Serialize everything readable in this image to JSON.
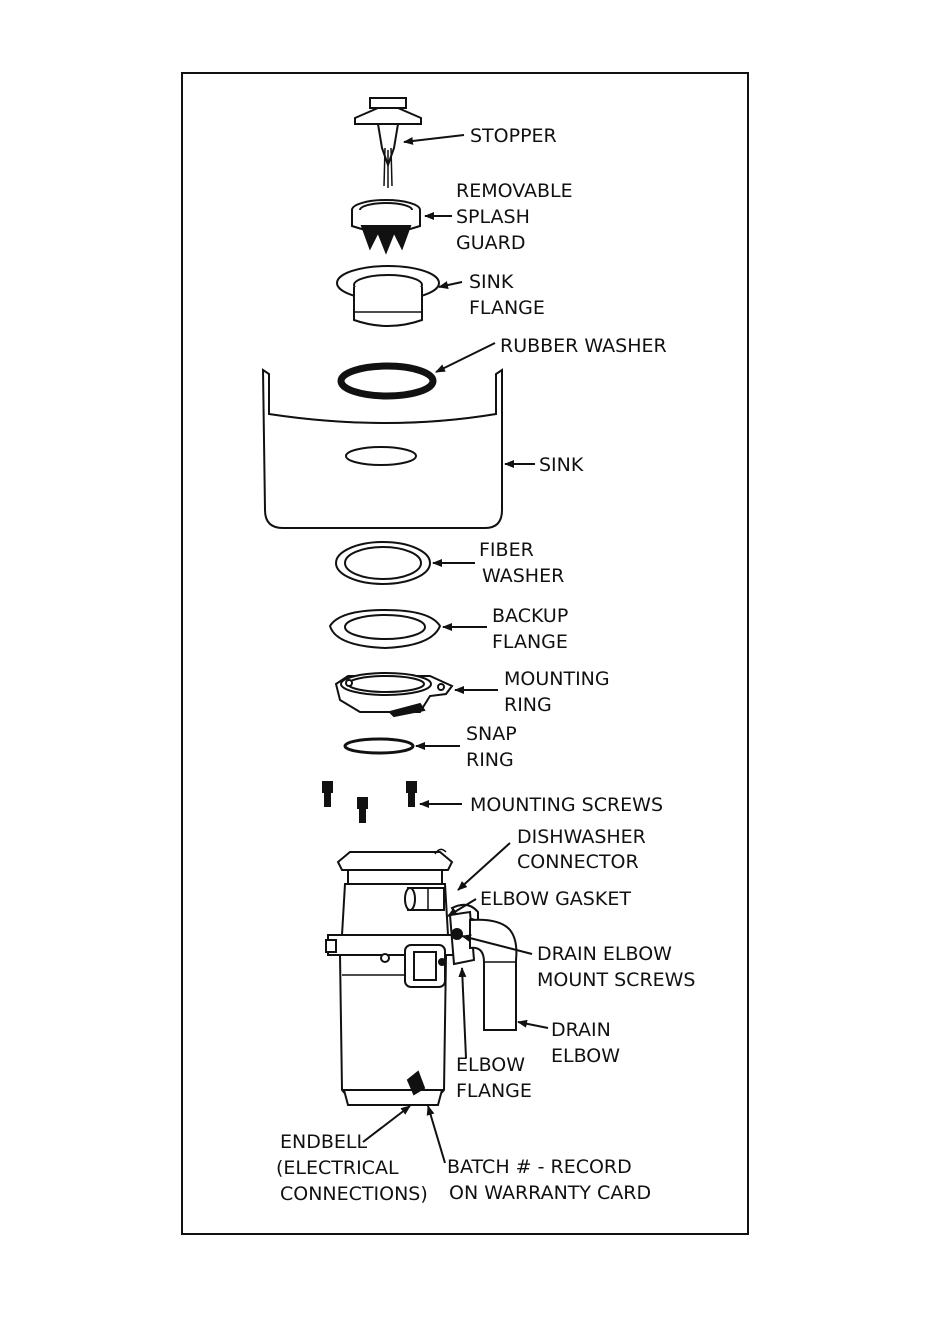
{
  "labels": {
    "stopper": [
      "STOPPER"
    ],
    "splash_guard": [
      "REMOVABLE",
      "SPLASH",
      "GUARD"
    ],
    "sink_flange": [
      "SINK",
      "FLANGE"
    ],
    "rubber_washer": [
      "RUBBER WASHER"
    ],
    "sink": [
      "SINK"
    ],
    "fiber_washer": [
      "FIBER",
      "WASHER"
    ],
    "backup_flange": [
      "BACKUP",
      "FLANGE"
    ],
    "mounting_ring": [
      "MOUNTING",
      "RING"
    ],
    "snap_ring": [
      "SNAP",
      "RING"
    ],
    "mounting_screws": [
      "MOUNTING SCREWS"
    ],
    "dishwasher_connector": [
      "DISHWASHER",
      "CONNECTOR"
    ],
    "elbow_gasket": [
      "ELBOW GASKET"
    ],
    "drain_elbow_mount_screws": [
      "DRAIN ELBOW",
      "MOUNT SCREWS"
    ],
    "drain_elbow": [
      "DRAIN",
      "ELBOW"
    ],
    "elbow_flange": [
      "ELBOW",
      "FLANGE"
    ],
    "endbell": [
      "ENDBELL",
      "(ELECTRICAL",
      "CONNECTIONS)"
    ],
    "batch": [
      "BATCH # - RECORD",
      "ON WARRANTY CARD"
    ]
  }
}
